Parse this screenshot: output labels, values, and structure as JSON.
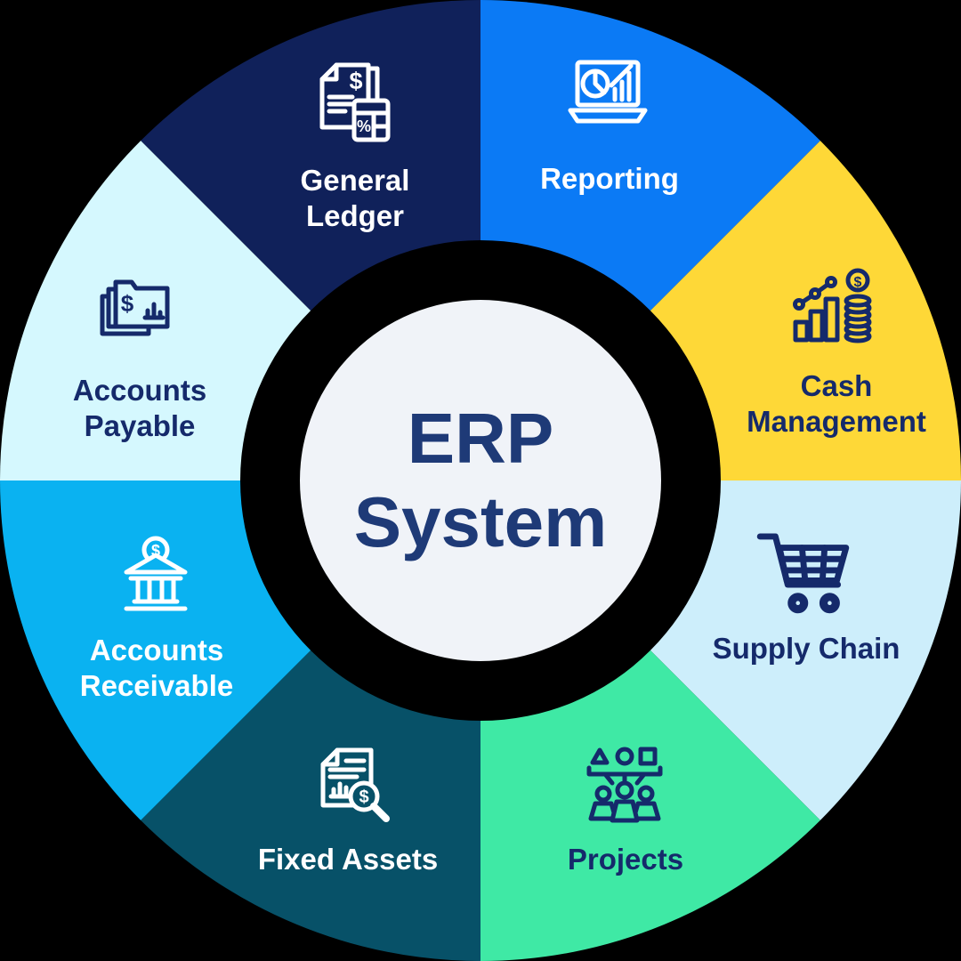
{
  "title": "ERP System",
  "background_color": "#000000",
  "center": {
    "line1": "ERP",
    "line2": "System",
    "circle_color": "#F0F3F8",
    "ring_color": "#000000",
    "text_color": "#1E3A77"
  },
  "glyphs": {
    "dollar": "$",
    "percent": "%"
  },
  "segments": [
    {
      "id": "general-ledger",
      "lines": [
        "General",
        "Ledger"
      ],
      "color": "#10215A",
      "text_color": "#FFFFFF",
      "icon": "invoice-calculator-icon",
      "icon_color": "#FFFFFF",
      "position": "top-left"
    },
    {
      "id": "reporting",
      "lines": [
        "Reporting"
      ],
      "color": "#0B7AF5",
      "text_color": "#FFFFFF",
      "icon": "laptop-charts-icon",
      "icon_color": "#FFFFFF",
      "position": "top-right"
    },
    {
      "id": "cash-management",
      "lines": [
        "Cash",
        "Management"
      ],
      "color": "#FED837",
      "text_color": "#152A6B",
      "icon": "growth-coins-icon",
      "icon_color": "#152A6B",
      "position": "right-upper"
    },
    {
      "id": "supply-chain",
      "lines": [
        "Supply Chain"
      ],
      "color": "#CDEEFB",
      "text_color": "#152A6B",
      "icon": "shopping-cart-icon",
      "icon_color": "#152A6B",
      "position": "right-lower"
    },
    {
      "id": "projects",
      "lines": [
        "Projects"
      ],
      "color": "#3FE9A5",
      "text_color": "#152A6B",
      "icon": "team-plan-icon",
      "icon_color": "#152A6B",
      "position": "bottom-right"
    },
    {
      "id": "fixed-assets",
      "lines": [
        "Fixed Assets"
      ],
      "color": "#075168",
      "text_color": "#FFFFFF",
      "icon": "asset-audit-icon",
      "icon_color": "#FFFFFF",
      "position": "bottom-left"
    },
    {
      "id": "accounts-receivable",
      "lines": [
        "Accounts",
        "Receivable"
      ],
      "color": "#0AB2F1",
      "text_color": "#FFFFFF",
      "icon": "bank-deposit-icon",
      "icon_color": "#FFFFFF",
      "position": "left-lower"
    },
    {
      "id": "accounts-payable",
      "lines": [
        "Accounts",
        "Payable"
      ],
      "color": "#D5F8FE",
      "text_color": "#152A6B",
      "icon": "money-folders-icon",
      "icon_color": "#152A6B",
      "position": "left-upper"
    }
  ]
}
